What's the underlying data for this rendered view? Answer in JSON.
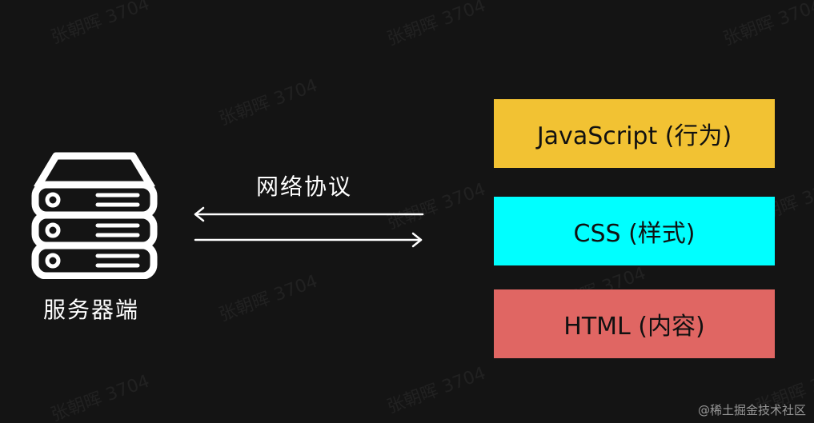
{
  "watermark_text": "张朝晖 3704",
  "server": {
    "label": "服务器端",
    "icon": "server-stack-icon"
  },
  "protocol": {
    "label": "网络协议",
    "arrows": [
      "arrow-left-icon",
      "arrow-right-icon"
    ]
  },
  "layers": [
    {
      "label": "JavaScript (行为)",
      "color": "#f2c233"
    },
    {
      "label": "CSS (样式)",
      "color": "#00ffff"
    },
    {
      "label": "HTML (内容)",
      "color": "#e06663"
    }
  ],
  "footer": {
    "credit": "@稀土掘金技术社区"
  }
}
